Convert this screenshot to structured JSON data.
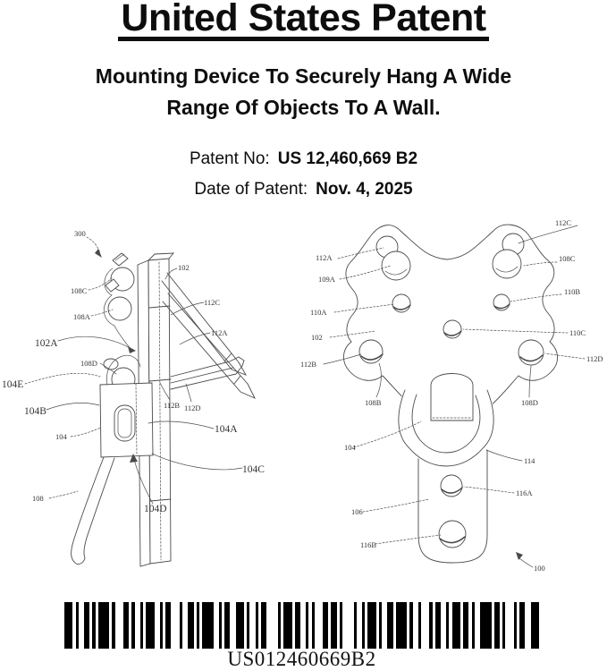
{
  "header": {
    "title": "United States Patent",
    "subtitle_line1": "Mounting Device To Securely Hang A Wide",
    "subtitle_line2": "Range Of Objects To A Wall.",
    "patent_no_label": "Patent No:",
    "patent_no_value": "US 12,460,669 B2",
    "date_label": "Date of Patent:",
    "date_value": "Nov. 4, 2025"
  },
  "figures": {
    "left": {
      "name": "side-view-drawing",
      "labels": [
        "300",
        "102",
        "108C",
        "108A",
        "102A",
        "108D",
        "104E",
        "104B",
        "104",
        "108",
        "104D",
        "104A",
        "104C",
        "112B",
        "112D",
        "112C",
        "112A"
      ]
    },
    "right": {
      "name": "front-view-drawing",
      "labels": [
        "112C",
        "112A",
        "108C",
        "109A",
        "110B",
        "110A",
        "102",
        "110C",
        "112B",
        "112D",
        "108B",
        "108D",
        "104",
        "114",
        "116A",
        "106",
        "116B",
        "100"
      ]
    }
  },
  "barcode": {
    "text": "US012460669B2"
  },
  "colors": {
    "ink": "#0d0d0d",
    "line": "#4a4a4a"
  }
}
